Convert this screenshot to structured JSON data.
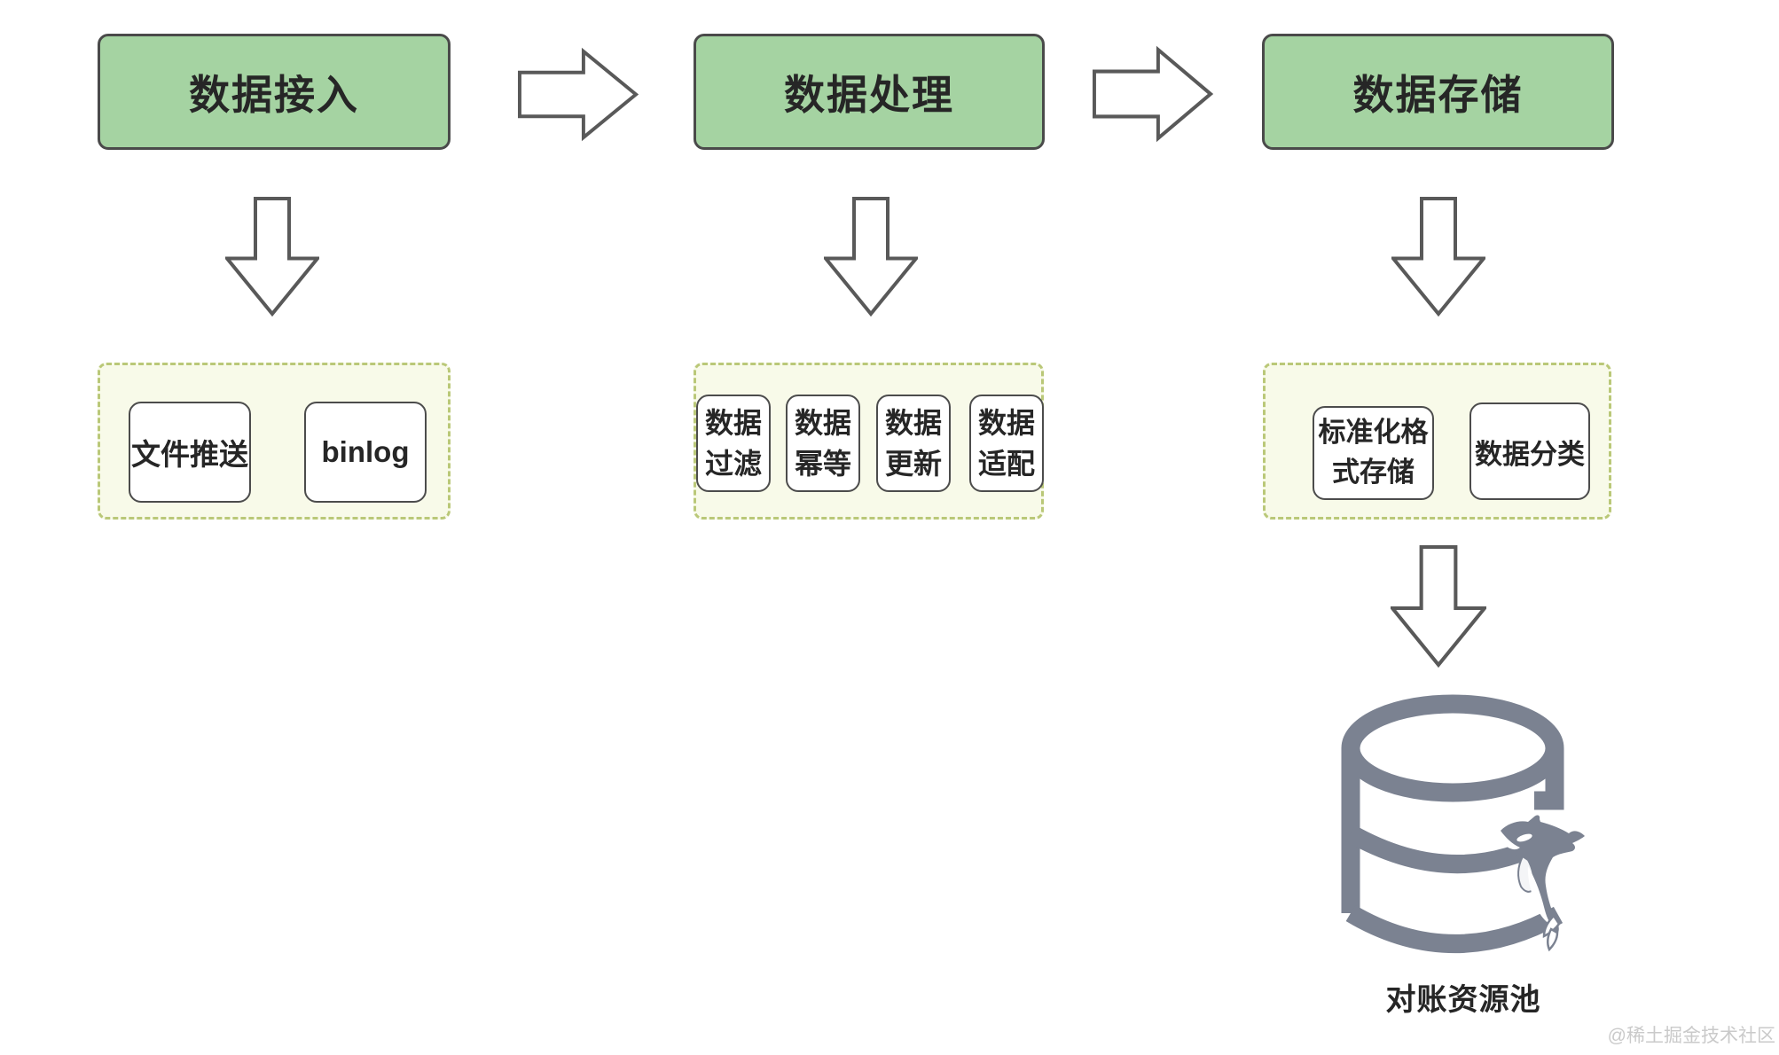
{
  "stages": [
    {
      "label": "数据接入",
      "items": [
        {
          "label": "文件推送"
        },
        {
          "label": "binlog"
        }
      ]
    },
    {
      "label": "数据处理",
      "items": [
        {
          "label": "数据过滤"
        },
        {
          "label": "数据幂等"
        },
        {
          "label": "数据更新"
        },
        {
          "label": "数据适配"
        }
      ]
    },
    {
      "label": "数据存储",
      "items": [
        {
          "label": "标准化格式存储"
        },
        {
          "label": "数据分类"
        }
      ]
    }
  ],
  "sink": {
    "label": "对账资源池",
    "icon": "database-orca-icon"
  },
  "watermark": {
    "label": "@稀土掘金技术社区"
  },
  "icons": {
    "flow_right": "block-arrow-right-icon",
    "flow_down": "block-arrow-down-icon",
    "database": "database-orca-icon"
  },
  "colors": {
    "stage_fill": "#a5d3a2",
    "stage_border": "#4a4a4a",
    "container_fill": "#f8fae9",
    "container_border": "#bac878",
    "card_border": "#4c4c4c",
    "arrow_stroke": "#595959",
    "database_gray": "#7b8291",
    "text": "#262626",
    "watermark": "#cacaca"
  }
}
